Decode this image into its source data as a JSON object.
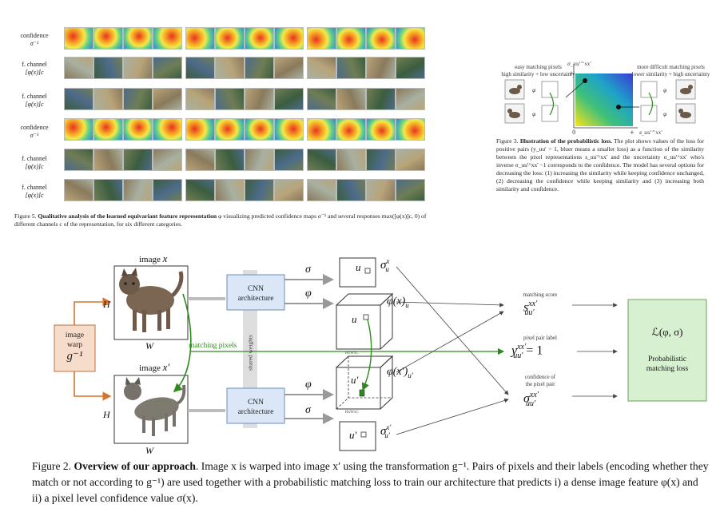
{
  "fig5": {
    "row_labels": [
      {
        "line1": "confidence",
        "line2": "σ⁻¹"
      },
      {
        "line1": "f. channel",
        "line2": "[φ(x)]c"
      },
      {
        "line1": "f. channel",
        "line2": "[φ(x)]c"
      },
      {
        "line1": "confidence",
        "line2": "σ⁻¹"
      },
      {
        "line1": "f. channel",
        "line2": "[φ(x)]c"
      },
      {
        "line1": "f. channel",
        "line2": "[φ(x)]c"
      }
    ],
    "caption_label": "Figure 5.",
    "caption_bold": "Qualitative analysis of the learned equivariant feature representation",
    "caption_rest": " φ visualizing predicted confidence maps σ⁻¹ and several responses max([φ(x)]c, 0) of different channels c of the representation, for six different categories."
  },
  "fig3": {
    "left_title": "easy matching pixels",
    "left_sub": "high similarity + low uncertainty",
    "right_title": "more difficult matching pixels",
    "right_sub": "lower similarity + high uncertainty",
    "y_axis_label": "σ_uu'^xx'",
    "x_axis_label": "s_uu'^xx'",
    "axis_plus": "+",
    "axis_zero": "0",
    "phi": "φ",
    "caption_label": "Figure 3.",
    "caption_bold": "Illustration of the probabilistic loss.",
    "caption_rest": " The plot shows values of the loss for positive pairs (y_uu' = 1, bluer means a smaller loss) as a function of the similarity between the pixel representations s_uu'^xx' and the uncertainty σ_uu'^xx' who's inverse σ_uu'^xx' −1 corresponds to the confidence. The model has several options for decreasing the loss: (1) increasing the similarity while keeping confidence unchanged, (2) decreasing the confidence while keeping similarity and (3) increasing both similarity and confidence."
  },
  "fig2": {
    "image_x_label": "image",
    "image_x_var": "x",
    "image_xp_label": "image",
    "image_xp_var": "x′",
    "H": "H",
    "W": "W",
    "warp_line1": "image",
    "warp_line2": "warp",
    "warp_g": "g⁻¹",
    "cnn_line1": "CNN",
    "cnn_line2": "architecture",
    "shared_weights": "shared weights",
    "matching_pixels": "matching  pixels",
    "sigma": "σ",
    "phi": "φ",
    "u_box": "u",
    "up_box": "u′",
    "sigma_u": "σ",
    "sigma_u_sup": "x",
    "sigma_u_sub": "u",
    "sigma_up_sup": "x′",
    "sigma_up_sub": "u′",
    "phi_x_u": "φ(x)",
    "phi_x_u_sub": "u",
    "phi_xp_up": "φ(x′)",
    "phi_xp_up_sub": "u′",
    "hwc": "HxWxC",
    "matching_score_label": "matching score",
    "matching_score_sym": "s",
    "pixel_pair_label": "pixel pair label",
    "pixel_pair_sym": "y",
    "pixel_pair_eq": " = 1",
    "confidence_label_1": "confidence of",
    "confidence_label_2": "the pixel pair",
    "confidence_sym": "σ",
    "sup_xx": "xx′",
    "sub_uu": "uu′",
    "loss_sym": "ℒ(φ, σ)",
    "loss_line1": "Probabilistic",
    "loss_line2": "matching loss",
    "caption_label": "Figure 2.",
    "caption_bold": "Overview of our approach",
    "caption_rest": ". Image x is warped into image x′ using the transformation g⁻¹. Pairs of pixels and their labels (encoding whether they match or not according to g⁻¹) are used together with a probabilistic matching loss to train our architecture that predicts i) a dense image feature φ(x) and ii) a pixel level confidence value σ(x)."
  },
  "colors": {
    "cnn_fill": "#dbe6f7",
    "cnn_stroke": "#6c8ebf",
    "warp_fill": "#f6dccb",
    "warp_stroke": "#c0703f",
    "loss_fill": "#d7f0d0",
    "loss_stroke": "#6aa35a",
    "arrow_orange": "#d9722a",
    "arrow_green": "#2d8a1e",
    "shared_band": "#dedede"
  }
}
